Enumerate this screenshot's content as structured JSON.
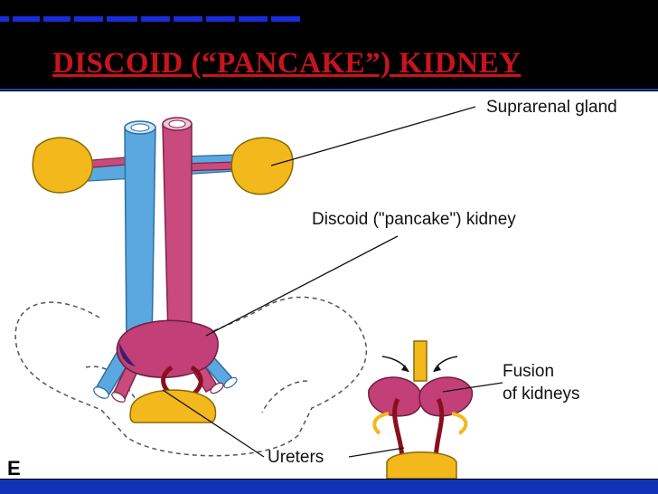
{
  "slide": {
    "title": "DISCOID (“PANCAKE”) KIDNEY",
    "labels": {
      "suprarenal": "Suprarenal gland",
      "discoid": "Discoid (\"pancake\") kidney",
      "fusion_line1": "Fusion",
      "fusion_line2": "of kidneys",
      "ureters": "Ureters",
      "panel": "E"
    },
    "colors": {
      "background": "#000000",
      "title": "#c8141e",
      "accent_bar": "#1a2bd8",
      "vein": "#5aa8df",
      "artery": "#c94a7c",
      "gland": "#f2b81c",
      "kidney": "#c23f78",
      "ureter": "#8a0f1e"
    }
  }
}
